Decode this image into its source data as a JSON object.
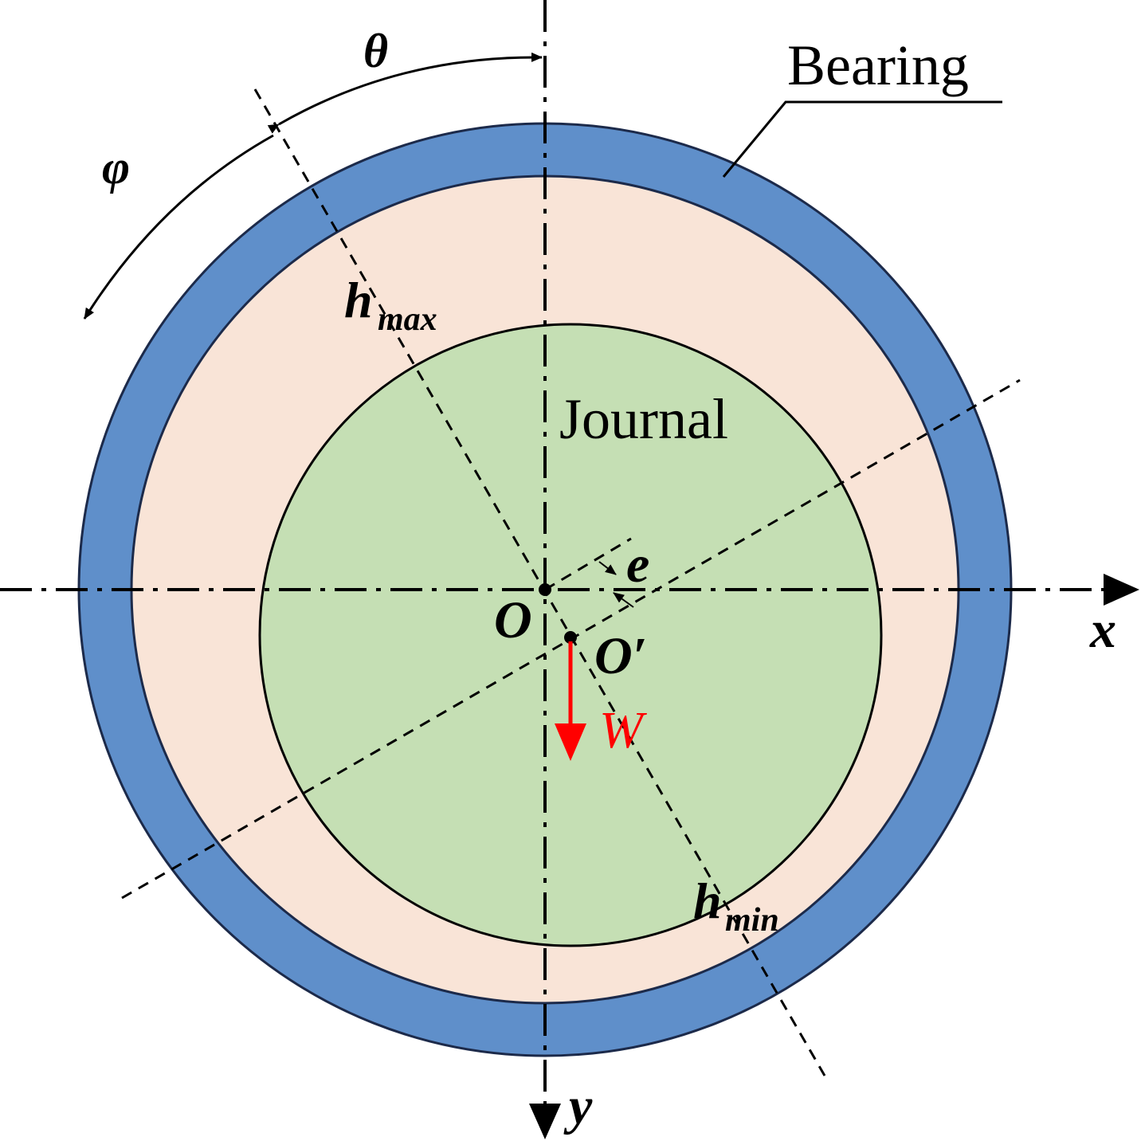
{
  "labels": {
    "bearing": "Bearing",
    "journal": "Journal",
    "theta": "θ",
    "phi": "φ",
    "h": "h",
    "max": "max",
    "min": "min",
    "e": "e",
    "origin": "O",
    "journal_center": "O′",
    "load": "W",
    "x_axis": "x",
    "y_axis": "y"
  },
  "colors": {
    "bearing": "#5f8fca",
    "bearing_stroke": "#1c2a4a",
    "film": "#f9e4d7",
    "journal": "#c5dfb4",
    "load": "#ff0000"
  }
}
